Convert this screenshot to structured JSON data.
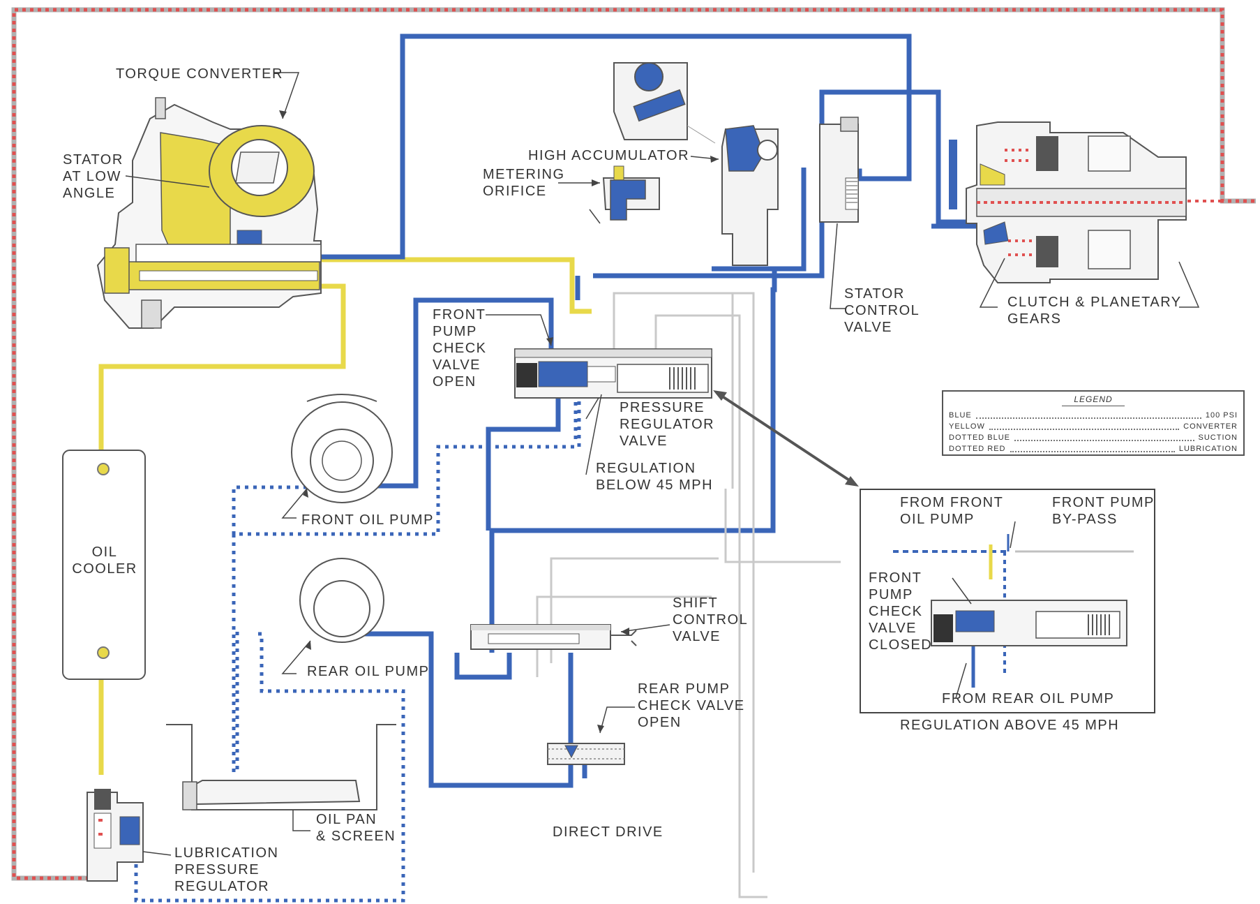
{
  "labels": {
    "torque_converter": "TORQUE CONVERTER",
    "stator_at_low_angle": "STATOR\nAT LOW\nANGLE",
    "high_accumulator": "HIGH ACCUMULATOR",
    "metering_orifice": "METERING\nORIFICE",
    "stator_control_valve": "STATOR\nCONTROL\nVALVE",
    "clutch_planetary_gears": "CLUTCH & PLANETARY\nGEARS",
    "front_pump_check_valve_open": "FRONT\nPUMP\nCHECK\nVALVE\nOPEN",
    "pressure_regulator_valve": "PRESSURE\nREGULATOR\nVALVE",
    "regulation_below_45": "REGULATION\nBELOW 45 MPH",
    "front_oil_pump": "FRONT OIL PUMP",
    "oil_cooler": "OIL\nCOOLER",
    "rear_oil_pump": "REAR OIL PUMP",
    "shift_control_valve": "SHIFT\nCONTROL\nVALVE",
    "rear_pump_check_valve_open": "REAR PUMP\nCHECK VALVE\nOPEN",
    "oil_pan_screen": "OIL PAN\n& SCREEN",
    "lubrication_pressure_regulator": "LUBRICATION\nPRESSURE\nREGULATOR",
    "direct_drive": "DIRECT DRIVE"
  },
  "inset": {
    "from_front_oil_pump": "FROM FRONT\nOIL PUMP",
    "front_pump_bypass": "FRONT PUMP\nBY-PASS",
    "front_pump_check_valve_closed": "FRONT\nPUMP\nCHECK\nVALVE\nCLOSED",
    "from_rear_oil_pump": "FROM REAR OIL PUMP",
    "caption": "REGULATION ABOVE 45 MPH"
  },
  "legend": {
    "title": "LEGEND",
    "rows": [
      {
        "key": "BLUE",
        "value": "100 PSI"
      },
      {
        "key": "YELLOW",
        "value": "CONVERTER"
      },
      {
        "key": "DOTTED BLUE",
        "value": "SUCTION"
      },
      {
        "key": "DOTTED RED",
        "value": "LUBRICATION"
      }
    ]
  },
  "colors": {
    "blue": "#3a65b8",
    "yellow": "#e8d94a",
    "red": "#e05050",
    "outline": "#555555"
  }
}
